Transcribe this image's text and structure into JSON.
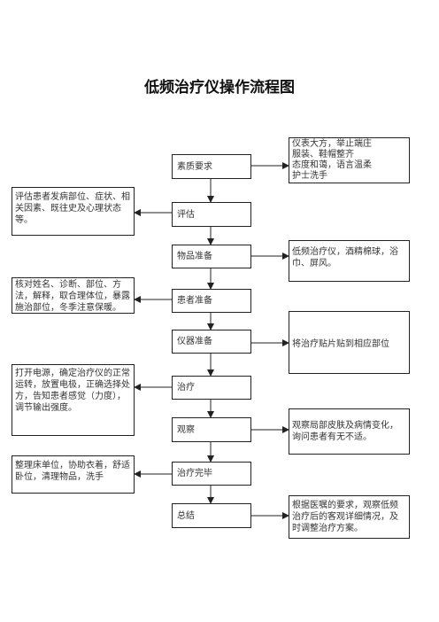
{
  "title": "低频治疗仪操作流程图",
  "steps": [
    "素质要求",
    "评估",
    "物品准备",
    "患者准备",
    "仪器准备",
    "治疗",
    "观察",
    "治疗完毕",
    "总结"
  ],
  "notes": {
    "quality_lines": [
      "仪表大方，举止端庄",
      "服装、鞋帽整齐",
      "态度和蔼，语言温柔",
      "护士洗手"
    ],
    "assessment": "评估患者发病部位、症状、相关因素、既往史及心理状态等。",
    "supplies": "低频治疗仪，酒精棉球，浴巾、屏风。",
    "patient_prep": "核对姓名、诊断、部位、方法，解释，取合理体位，暴露施治部位，冬季注意保暖。",
    "device_prep": "将治疗贴片贴到相应部位",
    "treatment": "打开电源，确定治疗仪的正常运转，放置电极，正确选择处方，告知患者感觉（力度），调节输出强度。",
    "observe": "观察局部皮肤及病情变化，询问患者有无不适。",
    "finish": "整理床单位，协助衣着，舒适卧位，清理物品，洗手",
    "summary": "根据医嘱的要求，观察低频治疗后的客观详细情况，及时调整治疗方案。"
  }
}
